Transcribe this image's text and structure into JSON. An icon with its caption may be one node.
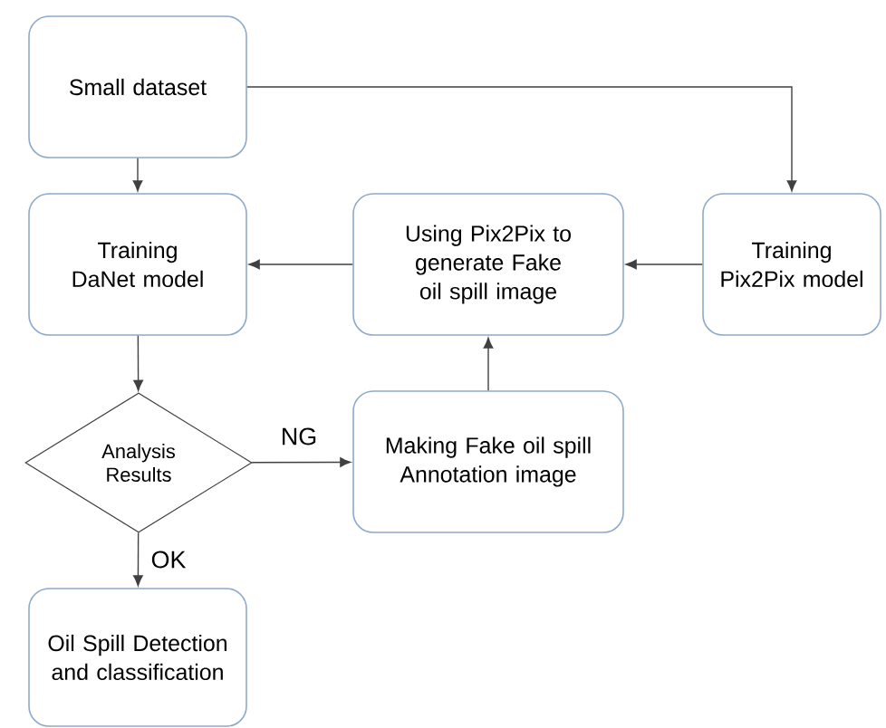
{
  "diagram": {
    "nodes": [
      {
        "text": [
          "Small dataset"
        ]
      },
      {
        "text": [
          "Training DaNet model"
        ]
      },
      {
        "text": [
          "Using Pix2Pix to generate Fake oil spill image"
        ]
      },
      {
        "text": [
          "Training Pix2Pix model"
        ]
      },
      {
        "text": [
          "Analysis Results"
        ]
      },
      {
        "text": [
          "Making Fake oil spill Annotation image"
        ]
      },
      {
        "text": [
          "Oil Spill Detection and classification"
        ]
      }
    ],
    "edges": [
      {
        "from": 0,
        "to": 1,
        "arrow": "to"
      },
      {
        "from": 0,
        "to": 3,
        "arrow": "to"
      },
      {
        "from": 3,
        "to": 2,
        "arrow": "to"
      },
      {
        "from": 2,
        "to": 1,
        "arrow": "to"
      },
      {
        "from": 1,
        "to": 4,
        "arrow": "to"
      },
      {
        "from": 4,
        "to": 5,
        "arrow": "to",
        "label": "NG"
      },
      {
        "from": 4,
        "to": 6,
        "arrow": "to",
        "label": "OK"
      },
      {
        "from": 5,
        "to": 2,
        "arrow": "to"
      }
    ]
  }
}
